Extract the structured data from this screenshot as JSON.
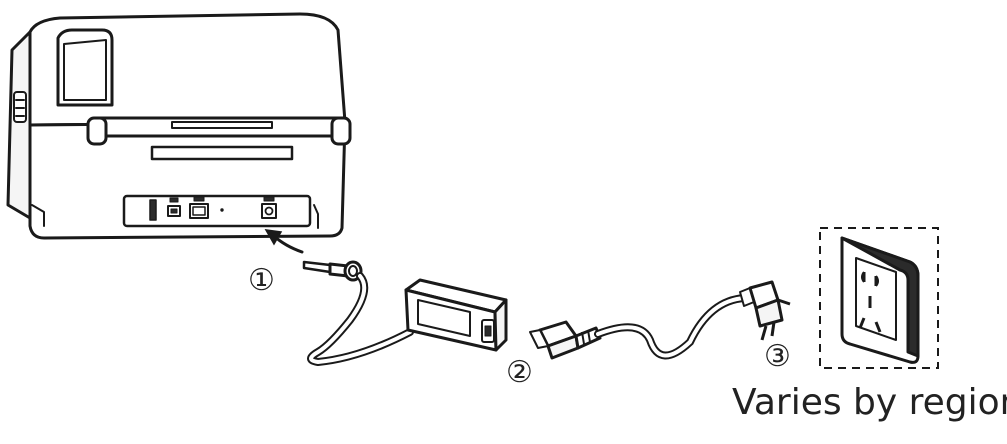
{
  "steps": {
    "step1": "①",
    "step2": "②",
    "step3": "③"
  },
  "caption": "Varies by regions",
  "colors": {
    "line": "#1a1a1a",
    "background": "#ffffff",
    "fill_light": "#f7f7f7",
    "fill_dark": "#2b2b2b"
  }
}
